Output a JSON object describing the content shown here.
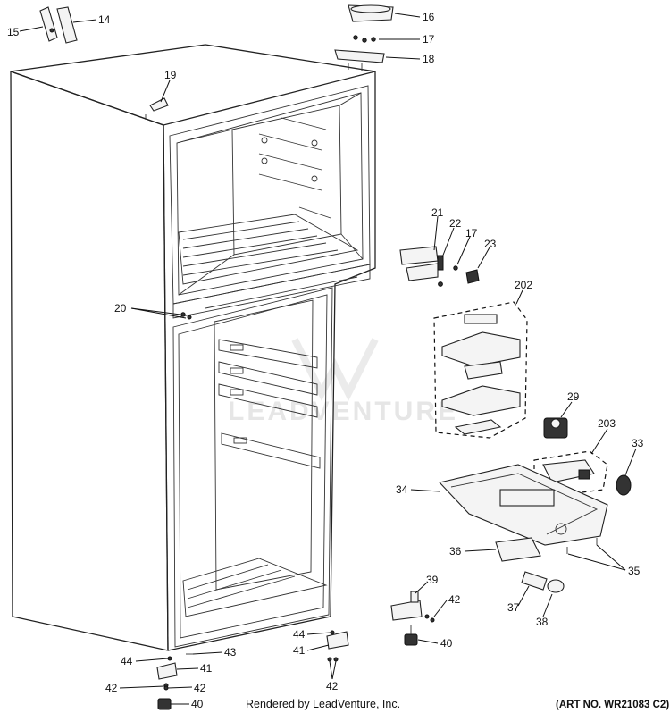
{
  "callouts": {
    "c15": "15",
    "c14": "14",
    "c16": "16",
    "c17a": "17",
    "c18": "18",
    "c19": "19",
    "c21": "21",
    "c22": "22",
    "c17b": "17",
    "c23": "23",
    "c202": "202",
    "c20": "20",
    "c29": "29",
    "c203": "203",
    "c33": "33",
    "c34": "34",
    "c36": "36",
    "c35": "35",
    "c39": "39",
    "c42a": "42",
    "c37": "37",
    "c38": "38",
    "c40a": "40",
    "c44a": "44",
    "c41a": "41",
    "c42b": "42",
    "c43": "43",
    "c44b": "44",
    "c41b": "41",
    "c42c": "42",
    "c42d": "42",
    "c40b": "40"
  },
  "footer": {
    "rendered_by": "Rendered by LeadVenture, Inc.",
    "art_no": "(ART NO. WR21083 C2)"
  },
  "watermark": {
    "text": "LEADVENTURE"
  }
}
